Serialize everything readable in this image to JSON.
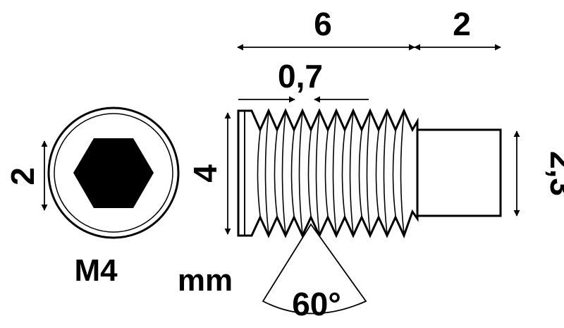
{
  "labels": {
    "hex_size": "2",
    "thread_diameter": "4",
    "thread_length": "6",
    "tip_length": "2",
    "pitch": "0,7",
    "tip_diameter": "2,3",
    "thread_size": "M4",
    "units": "mm",
    "thread_angle": "60°"
  },
  "colors": {
    "stroke": "#000000",
    "background": "#ffffff"
  }
}
